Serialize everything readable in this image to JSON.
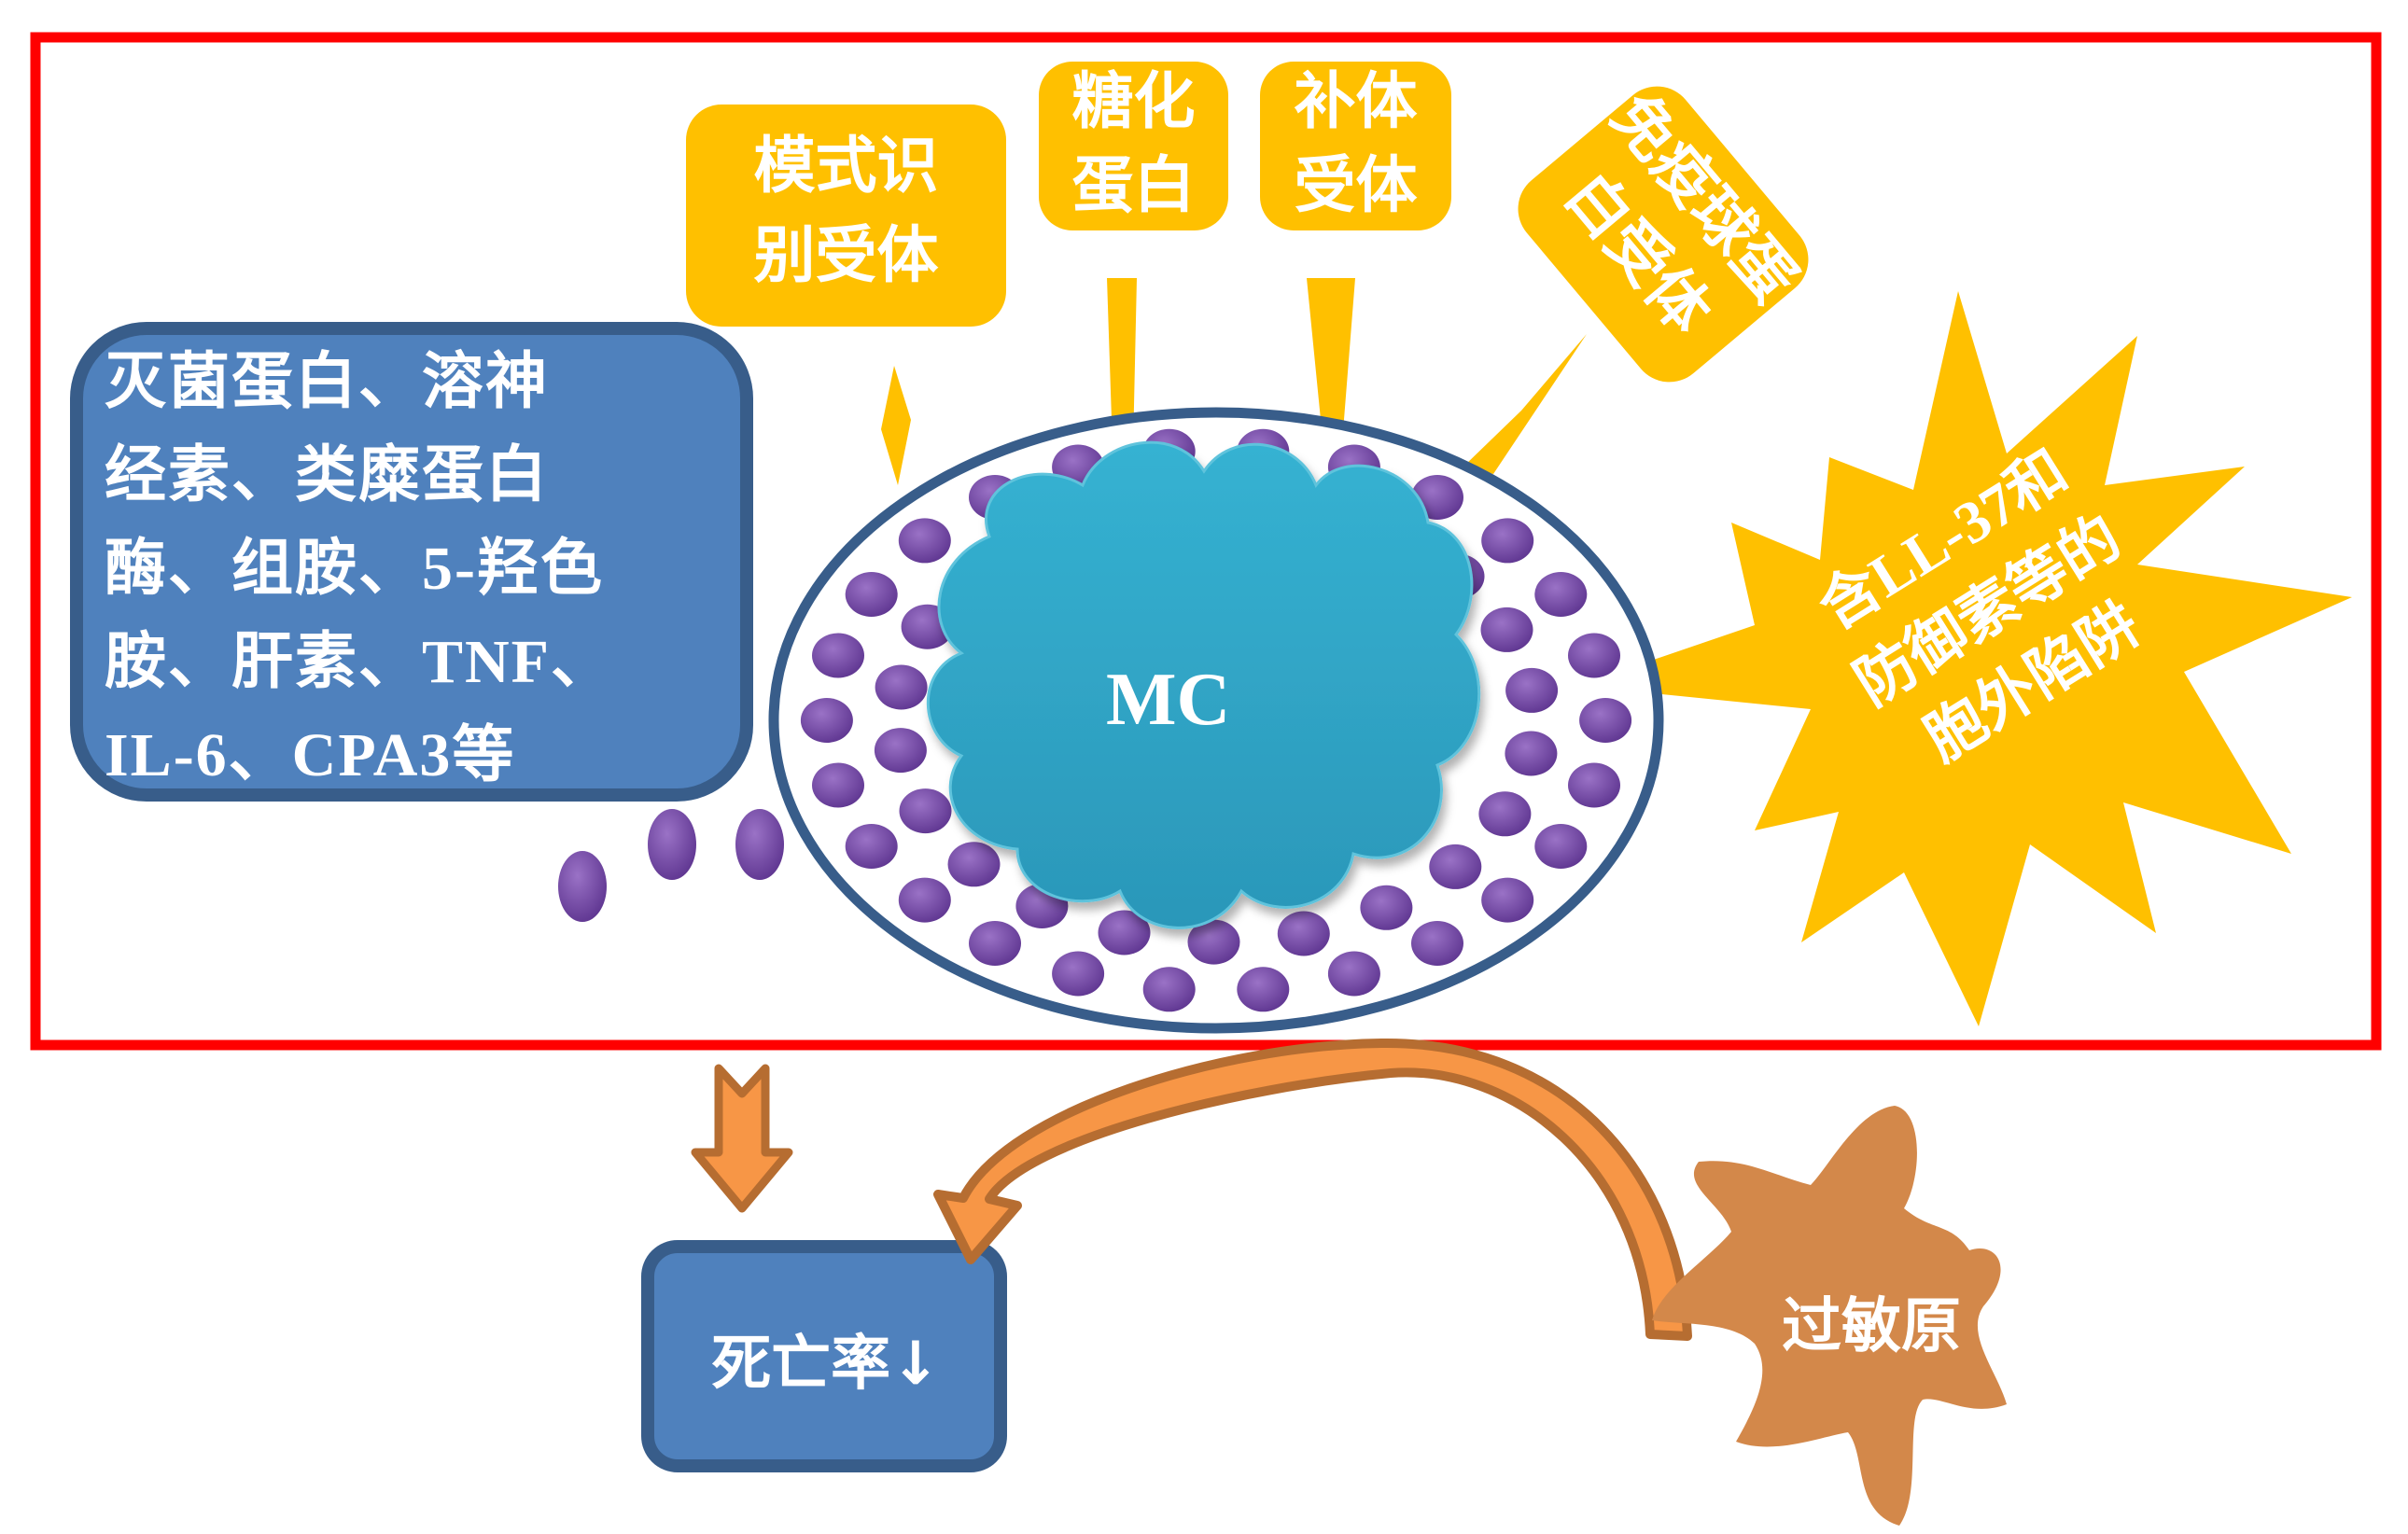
{
  "diagram": {
    "info_box": {
      "lines": [
        "灭菌蛋白、溶神",
        "经素、类糜蛋白",
        "酶、组胺、5-羟色",
        "胺、肝素、TNF、",
        "IL-6、CPA3等"
      ]
    },
    "receptors": {
      "pattern_recognition": [
        "模式识",
        "别受体"
      ],
      "glycoprotein": [
        "糖化",
        "蛋白"
      ],
      "complement": [
        "补体",
        "受体"
      ],
      "immunoglobulin": [
        "免疫球蛋",
        "白受体"
      ]
    },
    "cell_label": "MC",
    "trap_star": [
      "含LL-37和",
      "防御素等的",
      "胞外陷阱"
    ],
    "mortality": "死亡率↓",
    "allergen": "过敏原",
    "colors": {
      "frame_red": "#ff0000",
      "box_blue": "#4f81bd",
      "box_border": "#385d8a",
      "receptor_yellow": "#ffc000",
      "cloud_cyan": "#31a9c8",
      "granule_purple": "#7b4ea8",
      "arrow_orange": "#f79646",
      "arrow_border": "#b66d31",
      "allergen_tan": "#d3884a"
    }
  }
}
